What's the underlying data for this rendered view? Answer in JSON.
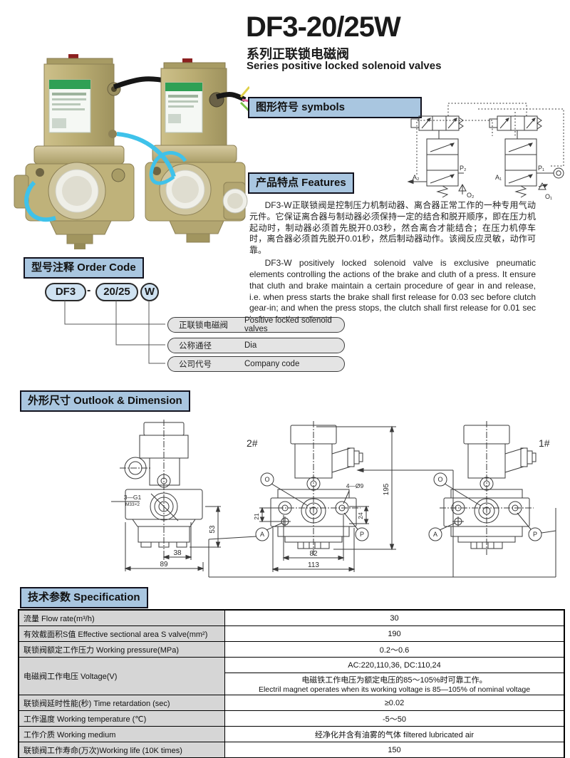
{
  "title": {
    "model": "DF3-20/25W",
    "series_zh": "系列正联锁电磁阀",
    "series_en": "Series positive locked solenoid valves"
  },
  "symbols": {
    "header": "图形符号 symbols",
    "labels": {
      "a2": "A₂",
      "p2": "P₂",
      "o2": "O₂",
      "a1": "A₁",
      "p1": "P₁",
      "o1": "O₁"
    }
  },
  "features": {
    "header": "产品特点 Features",
    "para_zh": "DF3-W正联锁阀是控制压力机制动器、离合器正常工作的一种专用气动元件。它保证离合器与制动器必须保持一定的结合和脱开顺序，即在压力机起动时，制动器必须首先脱开0.03秒，然合离合才能结合；在压力机停车时，离合器必须首先脱开0.01秒，然后制动器动作。该阀反应灵敏，动作可靠。",
    "para_en": "DF3-W positively locked solenoid valve is exclusive pneumatic elements controlling the actions of the brake and cluth of a press. It ensure that cluth and brake maintain a certain procedure of gear in and release, i.e. when press starts the brake shall first release for 0.03 sec before clutch gear-in; and when the press stops, the clutch shall first release for 0.01 sec before brake active."
  },
  "order": {
    "header": "型号注释 Order Code",
    "part1": "DF3",
    "dash": "-",
    "part2": "20/25",
    "part3": "W",
    "bars": [
      {
        "zh": "正联锁电磁阀",
        "en": "Positive locked solenoid valves"
      },
      {
        "zh": "公称通径",
        "en": "Dia"
      },
      {
        "zh": "公司代号",
        "en": "Company code"
      }
    ]
  },
  "dimension": {
    "header": "外形尺寸 Outlook & Dimension",
    "tags": {
      "mid": "2#",
      "right": "1#"
    },
    "dims": {
      "h53": "53",
      "w38": "38",
      "w89": "89",
      "v195": "195",
      "holes": "4—Ø9",
      "v21": "21",
      "v24": "24",
      "w82": "82",
      "w113": "113"
    },
    "port_note": "3—G1",
    "thread_note": "M33×2",
    "ports": {
      "o": "O",
      "a": "A",
      "p": "P"
    }
  },
  "spec": {
    "header": "技术参数 Specification",
    "rows": [
      {
        "label": "流量 Flow rate(m³/h)",
        "value": "30"
      },
      {
        "label": "有效截面积S值 Effective sectional area S valve(mm²)",
        "value": "190"
      },
      {
        "label": "联锁阀额定工作压力 Working pressure(MPa)",
        "value": "0.2～0.6"
      },
      {
        "label": "联锁阀延时性能(秒) Time retardation (sec)",
        "value": "≥0.02"
      },
      {
        "label": "工作温度 Working temperature (℃)",
        "value": "-5～50"
      },
      {
        "label": "工作介质 Working medium",
        "value": "经净化并含有油雾的气体 filtered lubricated air"
      },
      {
        "label": "联锁阀工作寿命(万次)Working life (10K times)",
        "value": "150"
      }
    ],
    "voltage": {
      "label": "电磁阀工作电压 Voltage(V)",
      "line1": "AC:220,110,36, DC:110,24",
      "line2_zh": "电磁铁工作电压为额定电压的85～105%时可靠工作。",
      "line2_en": "Electril magnet operates when its working voltage is 85—105% of nominal voltage"
    }
  }
}
